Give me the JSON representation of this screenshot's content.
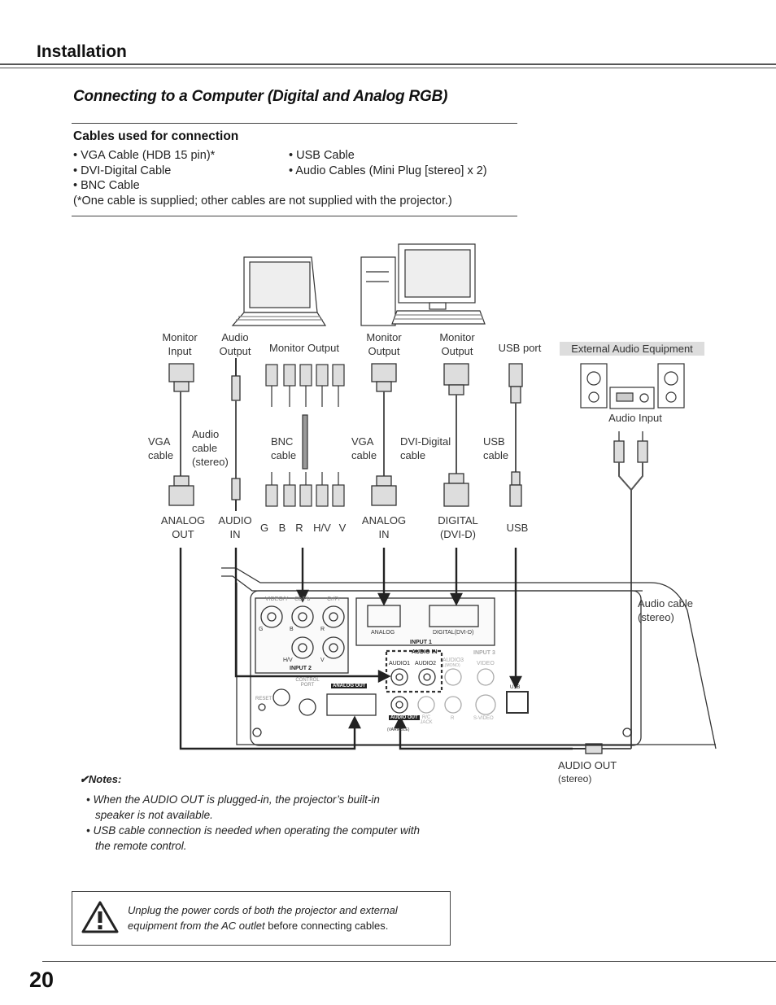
{
  "header": {
    "section": "Installation",
    "subtitle": "Connecting to a Computer (Digital and Analog RGB)"
  },
  "cables": {
    "title": "Cables used for connection",
    "left": [
      "• VGA Cable (HDB 15 pin)*",
      "• DVI-Digital Cable",
      "• BNC Cable"
    ],
    "right": [
      "• USB Cable",
      "• Audio Cables (Mini Plug [stereo] x 2)"
    ],
    "footnote": "(*One cable is supplied; other cables are not supplied with the projector.)"
  },
  "diagram": {
    "top_labels": {
      "monitor_input": [
        "Monitor",
        "Input"
      ],
      "audio_output": [
        "Audio",
        "Output"
      ],
      "monitor_output_bnc": [
        "Monitor Output"
      ],
      "monitor_output_vga": [
        "Monitor",
        "Output"
      ],
      "monitor_output_dvi": [
        "Monitor",
        "Output"
      ],
      "usb_port": [
        "USB port"
      ],
      "external_audio": "External Audio Equipment",
      "audio_input": "Audio Input"
    },
    "cable_labels": {
      "vga1": [
        "VGA",
        "cable"
      ],
      "audio": [
        "Audio",
        "cable",
        "(stereo)"
      ],
      "bnc": [
        "BNC",
        "cable"
      ],
      "vga2": [
        "VGA",
        "cable"
      ],
      "dvi": [
        "DVI-Digital",
        "cable"
      ],
      "usb": [
        "USB",
        "cable"
      ]
    },
    "port_labels": {
      "analog_out": [
        "ANALOG",
        "OUT"
      ],
      "audio_in": [
        "AUDIO",
        "IN"
      ],
      "gbrhv": [
        "G",
        "B",
        "R",
        "H/V",
        "V"
      ],
      "analog_in": [
        "ANALOG",
        "IN"
      ],
      "digital": [
        "DIGITAL",
        "(DVI-D)"
      ],
      "usb": "USB",
      "audio_cable_stereo": [
        "Audio cable",
        "(stereo)"
      ],
      "audio_out": [
        "AUDIO OUT",
        "(stereo)"
      ]
    },
    "panel": {
      "video_y": "VIDEO/Y",
      "cb_pb": "Cb/Pb",
      "cr_pr": "Cr/Pr",
      "g": "G",
      "b": "B",
      "r": "R",
      "hv": "H/V",
      "v": "V",
      "input2": "INPUT 2",
      "analog": "ANALOG",
      "digital_dvi": "DIGITAL(DVI-D)",
      "input1": "INPUT 1",
      "audio_in": "AUDIO IN",
      "audio1": "AUDIO1",
      "audio2": "AUDIO2",
      "audio3": "AUDIO3",
      "mono": "L(MONO)",
      "input3": "INPUT 3",
      "video": "VIDEO",
      "control_port": "CONTROL PORT",
      "reset": "RESET",
      "analog_out": "ANALOG OUT",
      "audio_out": "AUDIO OUT",
      "variable": "(VARIABLE)",
      "rc_jack": "R/C JACK",
      "svideo": "S-VIDEO",
      "usb": "USB"
    }
  },
  "notes": {
    "title": "✔Notes:",
    "items": [
      "• When the AUDIO OUT is plugged-in, the projector’s built-in speaker is not available.",
      "• USB cable connection is needed when operating the computer with the remote control."
    ]
  },
  "warning": {
    "text_a": "Unplug the power cords of both the projector and external equipment from the AC outlet ",
    "text_b": "before connecting cables."
  },
  "page_number": "20"
}
